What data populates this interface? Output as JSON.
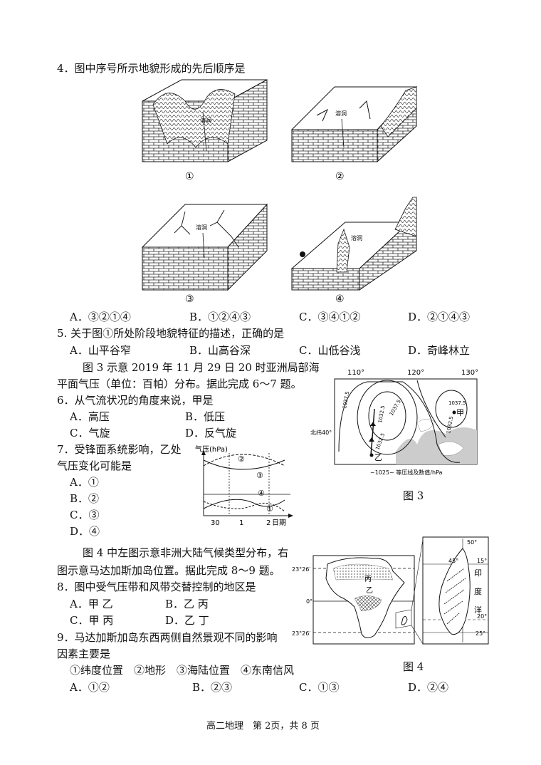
{
  "q4": {
    "stem": "4．图中序号所示地貌形成的先后顺序是",
    "fig_labels": [
      "①",
      "②",
      "③",
      "④"
    ],
    "cave_label": "溶洞",
    "options": [
      "A．③②①④",
      "B．①②④③",
      "C．③④①②",
      "D．②①④③"
    ]
  },
  "q5": {
    "stem": "5. 关于图①所处阶段地貌特征的描述，正确的是",
    "options": [
      "A．山平谷窄",
      "B．山高谷深",
      "C．山低谷浅",
      "D．奇峰林立"
    ]
  },
  "intro67": {
    "line1": "图 3 示意 2019 年 11 月 29 日 20 时亚洲局部海",
    "line2": "平面气压（单位：百帕）分布。据此完成 6～7 题。"
  },
  "q6": {
    "stem": "6．从气流状况的角度来说，甲是",
    "options": [
      "A．高压",
      "B．低压",
      "C．气旋",
      "D．反气旋"
    ]
  },
  "q7": {
    "stem1": "7．受锋面系统影响，乙处",
    "stem2": "气压变化可能是",
    "options": [
      "A．①",
      "B．②",
      "C．③",
      "D．④"
    ]
  },
  "graph": {
    "ylabel": "气压(hPa)",
    "xticks": [
      "30",
      "1",
      "2"
    ],
    "xlabel": "日期",
    "curve_labels": [
      "①",
      "②",
      "③",
      "④"
    ]
  },
  "fig3": {
    "lon": [
      "110°",
      "120°",
      "130°"
    ],
    "lat": "北纬40°",
    "isobars": [
      "1037.5",
      "1032.5",
      "1037.5",
      "1032.5",
      "1037.5",
      "1032.5"
    ],
    "jia": "甲",
    "yi": "乙",
    "legend": "~1025~ 等压线及数值/hPa",
    "caption": "图 3"
  },
  "intro89": {
    "line1": "图 4 中左图示意非洲大陆气候类型分布，右",
    "line2": "图示意马达加斯加岛位置。据此完成 8～9 题。"
  },
  "q8": {
    "stem": "8．图中受气压带和风带交替控制的地区是",
    "options": [
      "A．甲 乙",
      "B．乙 丙",
      "C．甲 丙",
      "D．乙 丁"
    ]
  },
  "q9": {
    "stem1": "9．马达加斯加岛东西两侧自然景观不同的影响",
    "stem2": "因素主要是",
    "factors": "①纬度位置　②地形　③海陆位置　④东南信风",
    "options": [
      "A．①②",
      "B．②③",
      "C．①③",
      "D．②④"
    ]
  },
  "fig4": {
    "lat_n": "23°26′",
    "eq": "0°",
    "lat_s": "23°26′",
    "bing": "丙",
    "yi": "乙",
    "e45": "45°",
    "d50": "50°",
    "d15": "15°",
    "d20": "20°",
    "d25": "25°",
    "ocean": [
      "印",
      "度",
      "洋"
    ],
    "caption": "图 4"
  },
  "footer": "高二地理　第 2页，共 8 页"
}
